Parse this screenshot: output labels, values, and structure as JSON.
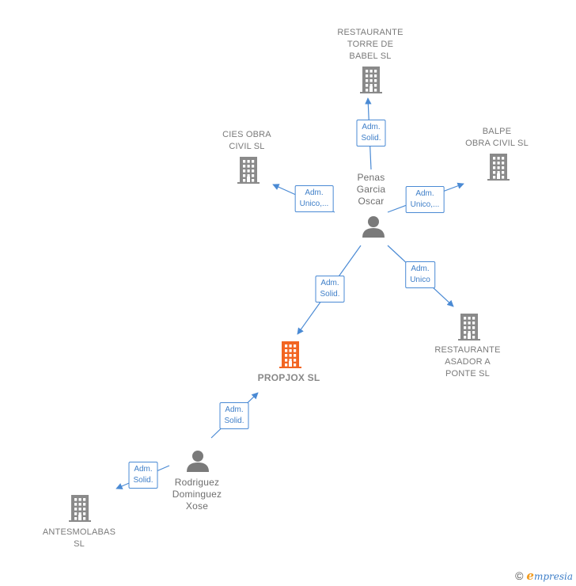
{
  "nodes": {
    "torre_babel": {
      "lines": [
        "RESTAURANTE",
        "TORRE DE",
        "BABEL  SL"
      ]
    },
    "cies": {
      "lines": [
        "CIES OBRA",
        "CIVIL  SL"
      ]
    },
    "balpe": {
      "lines": [
        "BALPE",
        "OBRA CIVIL  SL"
      ]
    },
    "penas": {
      "lines": [
        "Penas",
        "Garcia",
        "Oscar"
      ]
    },
    "propjox": {
      "lines": [
        "PROPJOX  SL"
      ]
    },
    "asador": {
      "lines": [
        "RESTAURANTE",
        "ASADOR A",
        "PONTE  SL"
      ]
    },
    "rodriguez": {
      "lines": [
        "Rodriguez",
        "Dominguez",
        "Xose"
      ]
    },
    "antesmolabas": {
      "lines": [
        "ANTESMOLABAS",
        "SL"
      ]
    }
  },
  "edges": {
    "to_torre": {
      "lines": [
        "Adm.",
        "Solid."
      ]
    },
    "to_cies": {
      "lines": [
        "Adm.",
        "Unico,..."
      ]
    },
    "to_balpe": {
      "lines": [
        "Adm.",
        "Unico,..."
      ]
    },
    "to_propjox_from_penas": {
      "lines": [
        "Adm.",
        "Solid."
      ]
    },
    "to_asador": {
      "lines": [
        "Adm.",
        "Unico"
      ]
    },
    "to_propjox_from_rodriguez": {
      "lines": [
        "Adm.",
        "Solid."
      ]
    },
    "to_antesmolabas": {
      "lines": [
        "Adm.",
        "Solid."
      ]
    }
  },
  "colors": {
    "edge": "#4a8ad4",
    "building": "#8a8a8a",
    "building_main": "#f26522",
    "person": "#7a7a7a"
  },
  "footer": {
    "copyright": "©",
    "brand_e": "e",
    "brand_rest": "mpresia"
  }
}
